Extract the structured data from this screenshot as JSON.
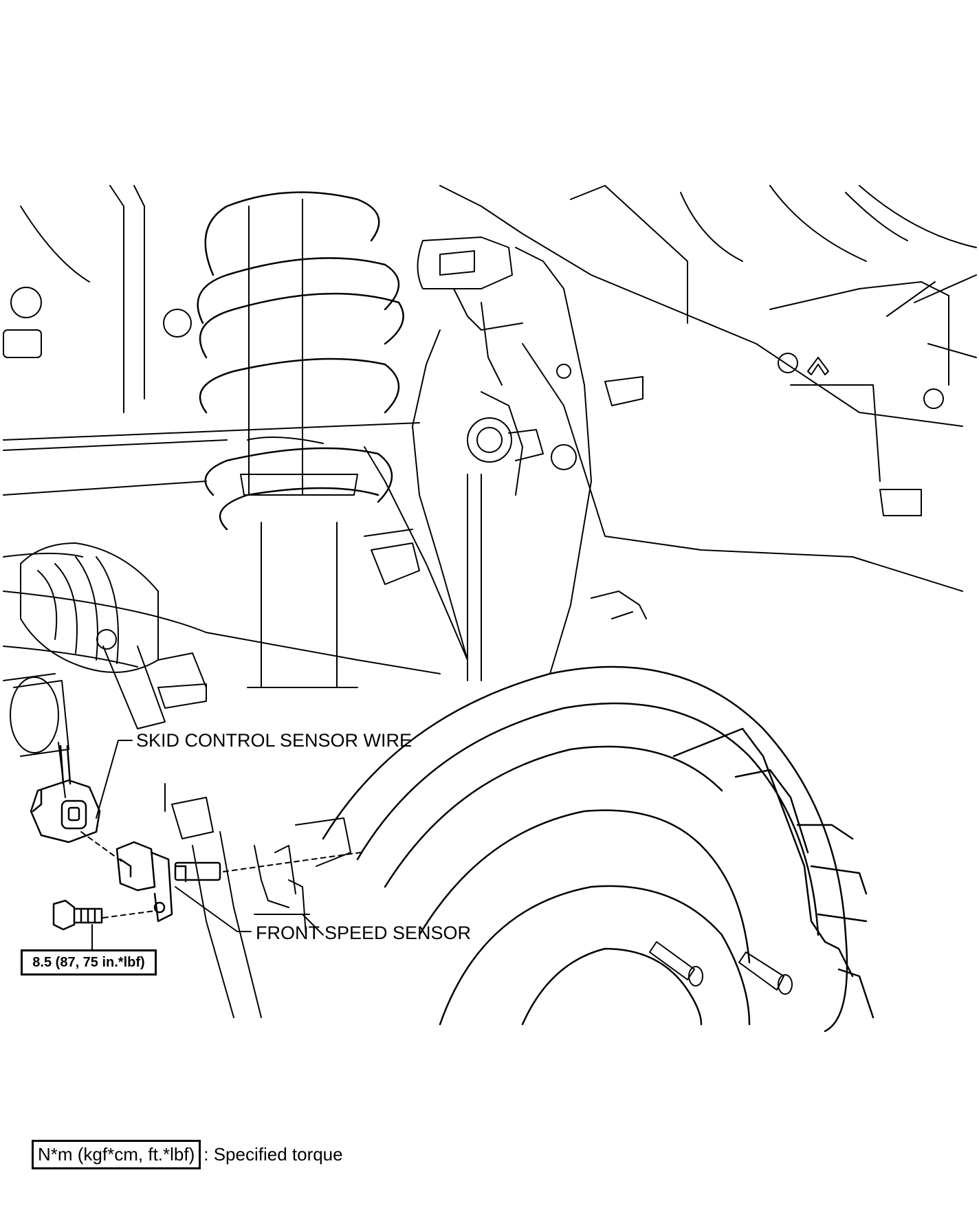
{
  "labels": {
    "skid_control_sensor_wire": "SKID CONTROL SENSOR WIRE",
    "front_speed_sensor": "FRONT SPEED SENSOR"
  },
  "torque_callout": {
    "value": "8.5 (87, 75 in.*lbf)"
  },
  "legend": {
    "unit_box": "N*m (kgf*cm, ft.*lbf)",
    "description": ": Specified torque"
  },
  "colors": {
    "line": "#000000",
    "background": "#ffffff"
  }
}
